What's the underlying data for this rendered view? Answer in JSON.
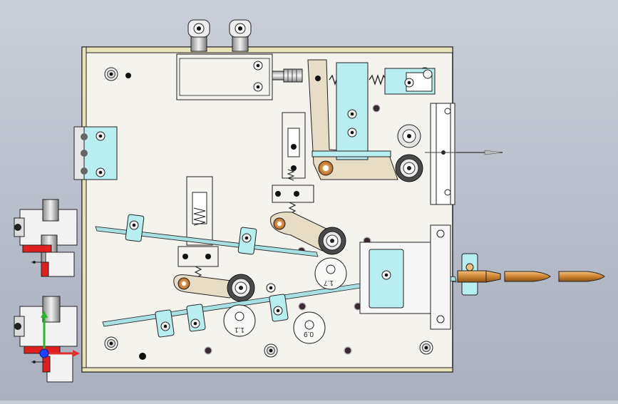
{
  "scene": {
    "kind": "cad-assembly-viewport",
    "background_top": "#c9ced8",
    "background_bottom": "#a9afbc"
  },
  "colors": {
    "plate": "#f4f3ee",
    "plate_edge": "#222222",
    "plate_rim": "#e9e3b9",
    "glass": "#b9eef0",
    "link_tan": "#e7dcc6",
    "spring_dark": "#333333",
    "bushing_orange": "#d88a3c",
    "bullet_gold": "#d08a3a",
    "red_part": "#e02020",
    "hole_dark": "#3b2a33",
    "triad_x": "#e03030",
    "triad_y": "#2db52d",
    "triad_z": "#2040ff"
  },
  "labels": {
    "gear_one": "1.7",
    "gear_two": "1.1",
    "gear_three": "0.9"
  },
  "icons": {
    "axis_triad": "xyz-axis-triad-icon",
    "fitting": "pneumatic-fitting-icon",
    "screw": "socket-head-screw-icon"
  }
}
